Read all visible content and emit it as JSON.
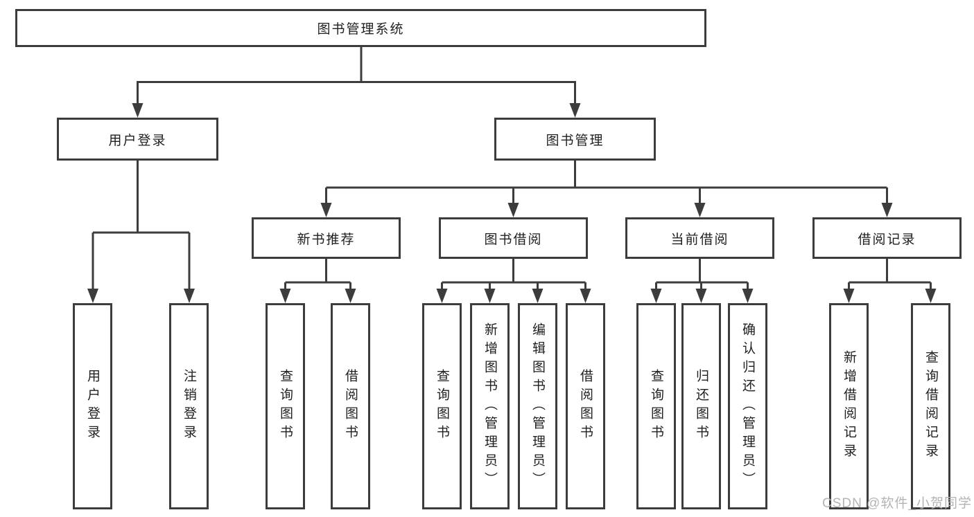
{
  "diagram": {
    "title": "图书管理系统",
    "branches": [
      {
        "label": "用户登录",
        "children": [
          "用户登录",
          "注销登录"
        ]
      },
      {
        "label": "图书管理",
        "sections": [
          {
            "label": "新书推荐",
            "children": [
              "查询图书",
              "借阅图书"
            ]
          },
          {
            "label": "图书借阅",
            "children": [
              "查询图书",
              "新增图书（管理员）",
              "编辑图书（管理员）",
              "借阅图书"
            ]
          },
          {
            "label": "当前借阅",
            "children": [
              "查询图书",
              "归还图书",
              "确认归还（管理员）"
            ]
          },
          {
            "label": "借阅记录",
            "children": [
              "新增借阅记录",
              "查询借阅记录"
            ]
          }
        ]
      }
    ]
  },
  "watermark": {
    "text": "CSDN @软件_小贺同学"
  },
  "colors": {
    "line": "#3c3c3c",
    "text": "#1f1f1f",
    "box_background": "#ffffff",
    "watermark": "#b4b4b4",
    "background": "#ffffff"
  }
}
